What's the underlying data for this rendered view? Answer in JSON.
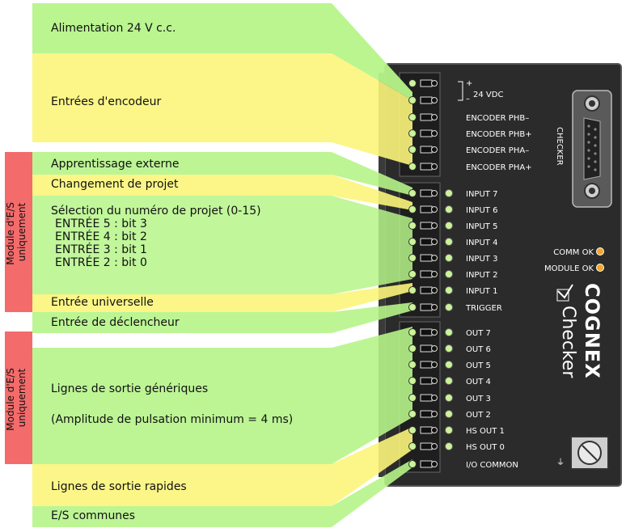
{
  "labels": {
    "power": "Alimentation 24 V c.c.",
    "encoder": "Entrées d'encodeur",
    "teach": "Apprentissage externe",
    "job_change": "Changement de projet",
    "job_select_title": "Sélection du numéro de projet (0-15)",
    "job_select_bit3": "ENTRÉE 5 : bit 3",
    "job_select_bit2": "ENTRÉE 4 : bit 2",
    "job_select_bit1": "ENTRÉE 3 : bit 1",
    "job_select_bit0": "ENTRÉE 2 : bit 0",
    "universal_input": "Entrée universelle",
    "trigger_input": "Entrée de déclencheur",
    "generic_outputs": "Lignes de sortie génériques",
    "pulse_width": "(Amplitude de pulsation minimum = 4 ms)",
    "fast_outputs": "Lignes de sortie rapides",
    "common": "E/S communes"
  },
  "side_tags": {
    "top_line1": "Module d'E/S",
    "top_line2": "uniquement",
    "bottom_line1": "Module d'E/S",
    "bottom_line2": "uniquement"
  },
  "device": {
    "power_plus": "+",
    "power_minus": "–",
    "power_label": "24 VDC",
    "encoder_pins": [
      "ENCODER PHB–",
      "ENCODER PHB+",
      "ENCODER PHA–",
      "ENCODER PHA+"
    ],
    "input_pins": [
      "INPUT 7",
      "INPUT 6",
      "INPUT 5",
      "INPUT 4",
      "INPUT 3",
      "INPUT 2",
      "INPUT 1",
      "TRIGGER"
    ],
    "output_pins": [
      "OUT 7",
      "OUT 6",
      "OUT 5",
      "OUT 4",
      "OUT 3",
      "OUT 2",
      "HS OUT 1",
      "HS OUT 0",
      "I/O COMMON"
    ],
    "checker_port": "CHECKER",
    "comm_ok": "COMM OK",
    "module_ok": "MODULE OK",
    "brand": "COGNEX",
    "product": "Checker",
    "ground_symbol": "⏚"
  },
  "colors": {
    "green": "#b6f48a",
    "yellow": "#fbf57a",
    "red": "#f36b6b",
    "device": "#2b2b2b",
    "led": "#ccf29a",
    "status_led": "#f5a623"
  }
}
